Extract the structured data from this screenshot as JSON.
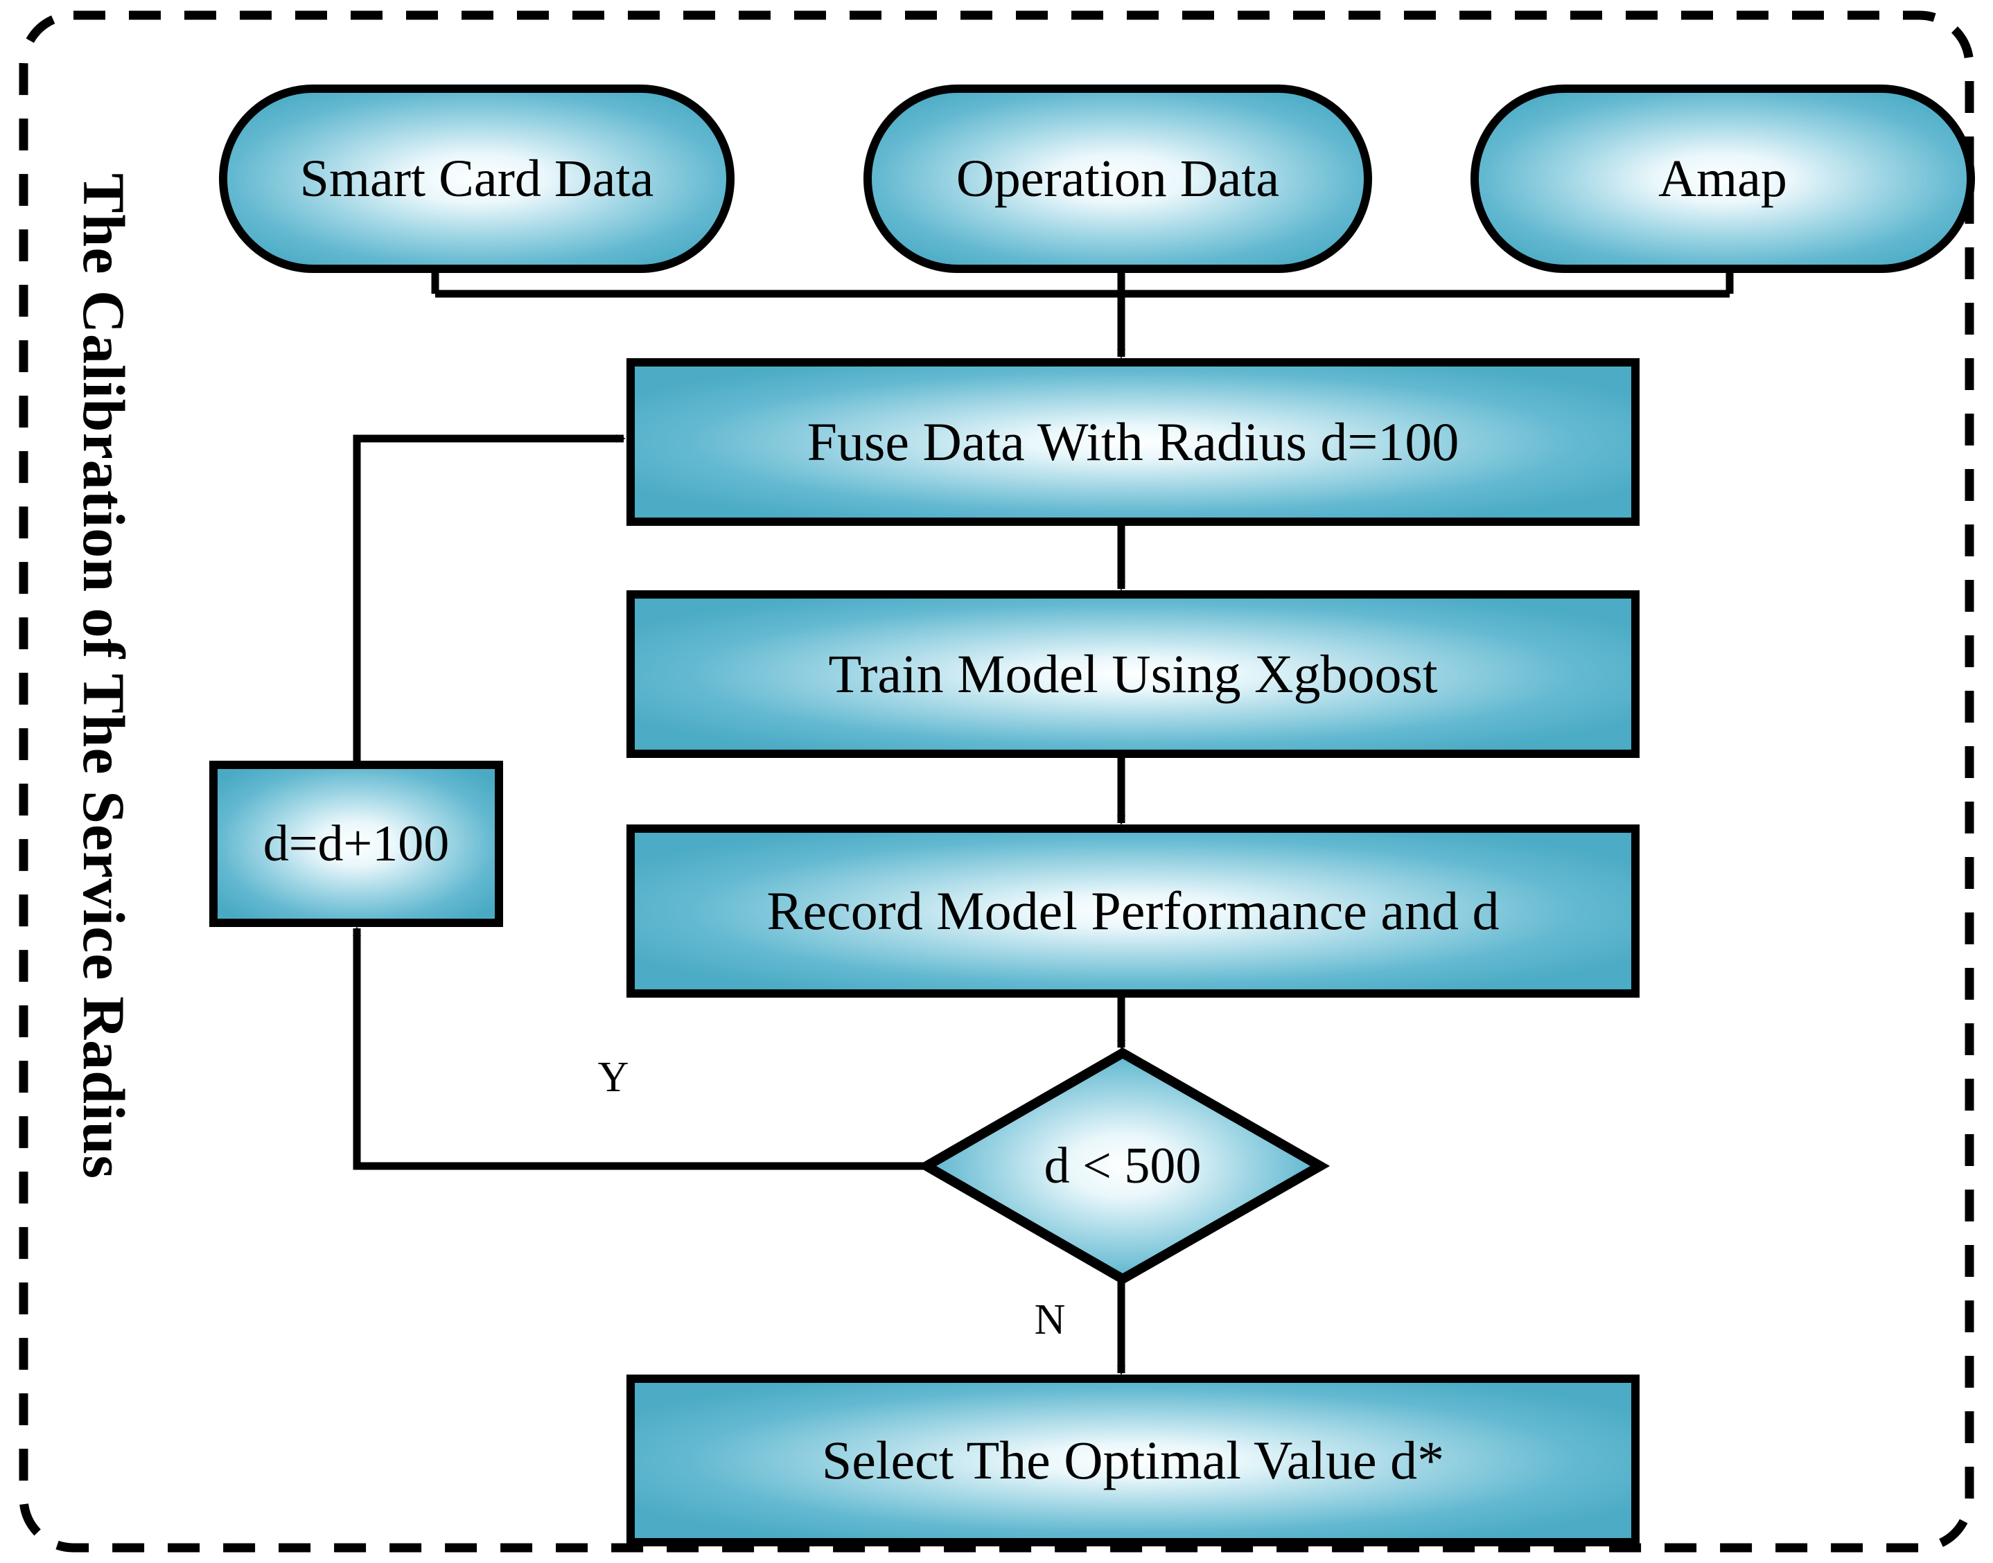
{
  "diagram": {
    "title": "The Calibration of The Service Radius",
    "frame": {
      "style": "dashed-rounded-rectangle",
      "stroke_color": "#000000"
    },
    "palette": {
      "node_fill_center": "#f4fbfd",
      "node_fill_edge": "#4fafc8",
      "node_stroke": "#000000",
      "text_color": "#000000",
      "background": "#ffffff"
    },
    "nodes": [
      {
        "id": "smart-card-data",
        "label": "Smart Card Data",
        "shape": "terminator"
      },
      {
        "id": "operation-data",
        "label": "Operation Data",
        "shape": "terminator"
      },
      {
        "id": "amap",
        "label": "Amap",
        "shape": "terminator"
      },
      {
        "id": "fuse-data",
        "label": "Fuse Data With Radius d=100",
        "shape": "process"
      },
      {
        "id": "train-model",
        "label": "Train Model Using Xgboost",
        "shape": "process"
      },
      {
        "id": "record-performance",
        "label": "Record Model Performance and d",
        "shape": "process"
      },
      {
        "id": "increment-d",
        "label": "d=d+100",
        "shape": "process"
      },
      {
        "id": "decision-d",
        "label": "d < 500",
        "shape": "decision"
      },
      {
        "id": "select-optimal",
        "label": "Select The Optimal Value d*",
        "shape": "process"
      }
    ],
    "edge_labels": {
      "yes": "Y",
      "no": "N"
    },
    "edges": [
      {
        "from": "smart-card-data",
        "to": "fuse-data",
        "label": ""
      },
      {
        "from": "operation-data",
        "to": "fuse-data",
        "label": ""
      },
      {
        "from": "amap",
        "to": "fuse-data",
        "label": ""
      },
      {
        "from": "fuse-data",
        "to": "train-model",
        "label": ""
      },
      {
        "from": "train-model",
        "to": "record-performance",
        "label": ""
      },
      {
        "from": "record-performance",
        "to": "decision-d",
        "label": ""
      },
      {
        "from": "decision-d",
        "to": "increment-d",
        "label": "Y"
      },
      {
        "from": "increment-d",
        "to": "fuse-data",
        "label": ""
      },
      {
        "from": "decision-d",
        "to": "select-optimal",
        "label": "N"
      }
    ]
  }
}
